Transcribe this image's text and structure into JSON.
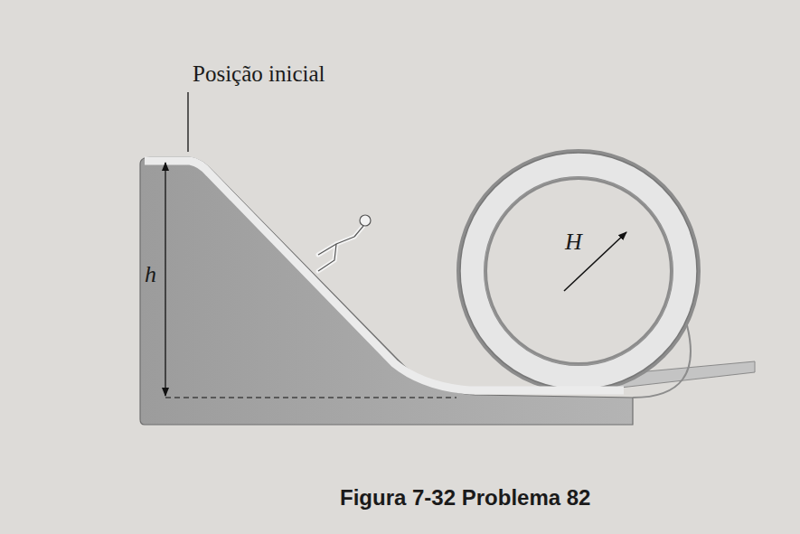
{
  "diagram": {
    "caption": "Figura 7-32 Problema 82",
    "labels": [
      "Posição inicial",
      "h",
      "H"
    ]
  }
}
